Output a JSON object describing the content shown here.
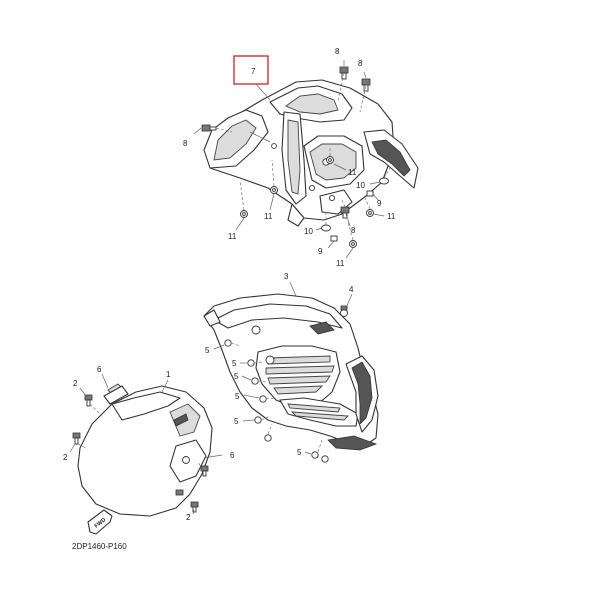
{
  "diagram": {
    "code": "2DP1460-P160",
    "direction_label": "FWD",
    "highlighted_part": "7",
    "callouts": {
      "c1": "1",
      "c2a": "2",
      "c2b": "2",
      "c2c": "2",
      "c3": "3",
      "c4": "4",
      "c5a": "5",
      "c5b": "5",
      "c5c": "5",
      "c5d": "5",
      "c5e": "5",
      "c5f": "5",
      "c6a": "6",
      "c6b": "6",
      "c7": "7",
      "c8a": "8",
      "c8b": "8",
      "c8c": "8",
      "c8d": "8",
      "c9a": "9",
      "c9b": "9",
      "c10a": "10",
      "c10b": "10",
      "c11a": "11",
      "c11b": "11",
      "c11c": "11",
      "c11d": "11",
      "c11e": "11"
    },
    "colors": {
      "highlight": "#d02020"
    }
  }
}
